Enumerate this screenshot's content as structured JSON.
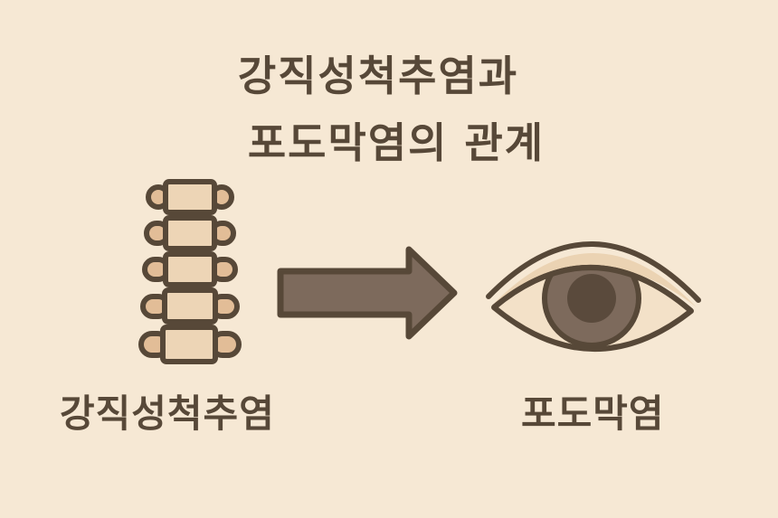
{
  "title": {
    "line1": "강직성척추염과",
    "line2": "포도막염의 관계"
  },
  "left": {
    "icon": "spine-icon",
    "label": "강직성척추염"
  },
  "arrow": {
    "icon": "arrow-right-icon"
  },
  "right": {
    "icon": "eye-icon",
    "label": "포도막염"
  },
  "colors": {
    "background": "#f6e8d4",
    "outline": "#574838",
    "vertebra_fill": "#edd5b6",
    "process_fill": "#e2bd97",
    "arrow_fill": "#7d6a5c",
    "iris": "#7d6a5c",
    "pupil": "#5a4a3c",
    "eyelid": "#ebd3b3",
    "sclera": "#f3e1c8"
  }
}
